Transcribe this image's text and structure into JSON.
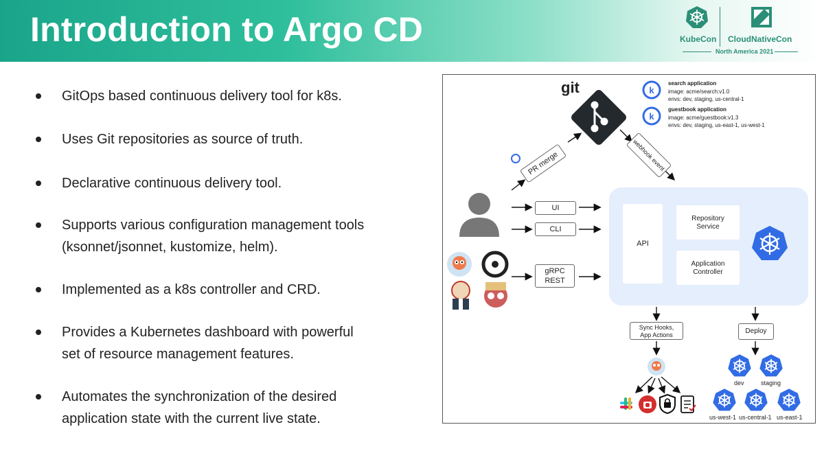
{
  "slide": {
    "title": "Introduction to Argo CD",
    "logo": {
      "left_name": "KubeCon",
      "right_name": "CloudNativeCon",
      "event": "North America 2021"
    }
  },
  "bullets": [
    {
      "lines": [
        "GitOps based continuous delivery tool for k8s."
      ]
    },
    {
      "lines": [
        "Uses Git repositories as source of truth."
      ]
    },
    {
      "lines": [
        "Declarative continuous delivery tool."
      ]
    },
    {
      "lines": [
        "Supports various configuration management tools",
        "(ksonnet/jsonnet, kustomize, helm)."
      ]
    },
    {
      "lines": [
        "Implemented as a k8s controller and CRD."
      ]
    },
    {
      "lines": [
        "Provides a Kubernetes dashboard with powerful",
        "set of resource management features."
      ]
    },
    {
      "lines": [
        "Automates the synchronization of the desired",
        "application state with the current live state."
      ]
    }
  ],
  "diagram": {
    "git_label": "git",
    "apps": [
      {
        "name": "search application",
        "image": "image: acme/search:v1.0",
        "envs": "envs: dev, staging, us-central-1"
      },
      {
        "name": "guestbook application",
        "image": "image: acme/guestbook:v1.3",
        "envs": "envs: dev, staging, us-east-1, us-west-1"
      }
    ],
    "pr_merge": "PR merge",
    "webhook": "webhook event",
    "ui": "UI",
    "cli": "CLI",
    "grpc": "gRPC",
    "rest": "REST",
    "api": "API",
    "repo_service_1": "Repository",
    "repo_service_2": "Service",
    "app_controller_1": "Application",
    "app_controller_2": "Controller",
    "sync_hooks_1": "Sync Hooks,",
    "sync_hooks_2": "App Actions",
    "deploy": "Deploy",
    "clusters": {
      "dev": "dev",
      "staging": "staging",
      "us_west": "us-west-1",
      "us_central": "us-central-1",
      "us_east": "us-east-1"
    },
    "colors": {
      "k8s": "#326ce5",
      "git": "#24292e",
      "panel": "#e4eefc"
    }
  }
}
